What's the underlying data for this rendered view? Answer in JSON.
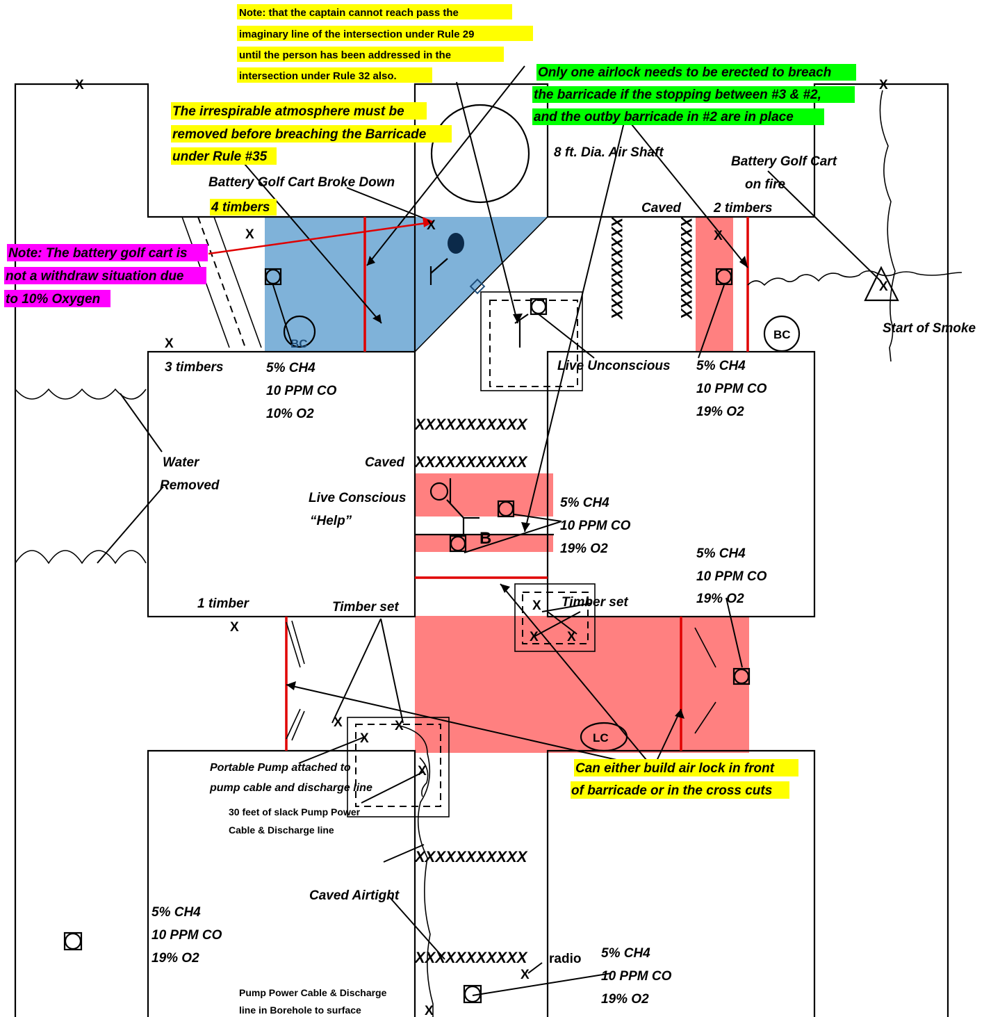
{
  "notes": {
    "captain_rule": [
      "Note: that the captain cannot reach pass the",
      "imaginary line of the intersection under Rule 29",
      "until the person has been addressed in the",
      "intersection under Rule 32 also."
    ],
    "airlock": [
      "Only one airlock needs to be erected to breach",
      "the barricade if the stopping between #3 & #2,",
      "and the outby barricade in #2 are in place"
    ],
    "irrespirable": [
      "The irrespirable atmosphere must be",
      "removed before breaching the Barricade",
      "under Rule #35"
    ],
    "golf_cart_note": [
      "Note: The battery golf cart is",
      "not a withdraw situation due",
      "to 10% Oxygen"
    ],
    "either_airlock": [
      "Can either build air lock in front",
      "of barricade or in the cross cuts"
    ]
  },
  "labels": {
    "air_shaft": "8 ft. Dia. Air Shaft",
    "golf_cart_broke": "Battery Golf Cart Broke Down",
    "golf_cart_fire": [
      "Battery Golf Cart",
      "on fire"
    ],
    "four_timbers": "4 timbers",
    "caved_top": "Caved",
    "two_timbers": "2 timbers",
    "three_timbers": "3 timbers",
    "live_unconscious": "Live Unconscious",
    "start_smoke": "Start of Smoke",
    "water_removed": [
      "Water",
      "Removed"
    ],
    "caved_mid": "Caved",
    "live_conscious": [
      "Live Conscious",
      "“Help”"
    ],
    "one_timber": "1 timber",
    "timber_set_left": "Timber set",
    "timber_set_right": "Timber set",
    "portable_pump": [
      "Portable Pump attached to",
      "pump cable and discharge line"
    ],
    "slack_cable": [
      "30 feet of slack Pump Power",
      "Cable & Discharge line"
    ],
    "caved_airtight": "Caved Airtight",
    "borehole": [
      "Pump Power Cable & Discharge",
      "line in Borehole to surface"
    ],
    "radio": "radio",
    "b_label": "B",
    "bc": "BC",
    "lc": "LC",
    "x": "X",
    "xrow": "XXXXXXXXXXX",
    "xcol": "XXXXXXXXXX"
  },
  "gas_readings": {
    "upper_left": [
      "5% CH4",
      "10 PPM CO",
      "10% O2"
    ],
    "upper_right": [
      "5% CH4",
      "10 PPM CO",
      "19% O2"
    ],
    "middle_center": [
      "5% CH4",
      "10 PPM CO",
      "19% O2"
    ],
    "middle_right": [
      "5% CH4",
      "10 PPM CO",
      "19% O2"
    ],
    "lower_left": [
      "5% CH4",
      "10 PPM CO",
      "19% O2"
    ],
    "lower_right": [
      "5% CH4",
      "10 PPM CO",
      "19% O2"
    ]
  },
  "colors": {
    "highlight_yellow": "#ffff00",
    "highlight_green": "#00ff00",
    "highlight_magenta": "#ff00ff",
    "blue_zone": "#7fb2d9",
    "red_zone": "#ff8080",
    "barricade_red": "#e00000"
  }
}
